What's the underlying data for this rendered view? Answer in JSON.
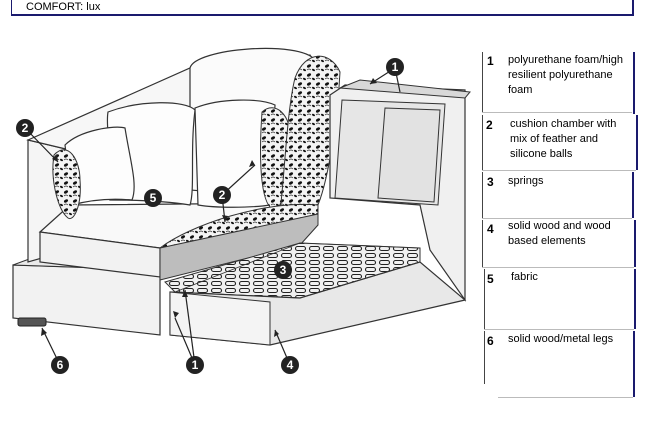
{
  "header": {
    "text": "COMFORT: lux"
  },
  "legend": [
    {
      "number": "1",
      "text": "polyurethane foam/high resilient polyurethane foam"
    },
    {
      "number": "2",
      "text": "cushion chamber with mix of feather and silicone balls"
    },
    {
      "number": "3",
      "text": "springs"
    },
    {
      "number": "4",
      "text": "solid wood and wood based elements"
    },
    {
      "number": "5",
      "text": "fabric"
    },
    {
      "number": "6",
      "text": "solid wood/metal legs"
    }
  ],
  "callouts": [
    "1",
    "2",
    "2",
    "3",
    "5",
    "1",
    "4",
    "6"
  ]
}
